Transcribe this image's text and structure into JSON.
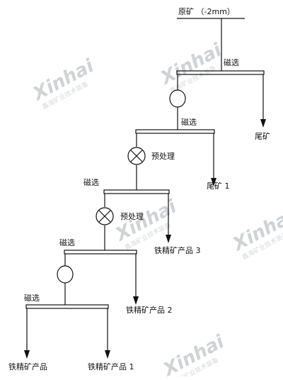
{
  "labels": {
    "feed": "原矿 （-2mm）",
    "mag1": "磁选",
    "tail1_dest": "尾矿",
    "mag2": "磁选",
    "pre1": "预处理",
    "tail2": "尾矿 1",
    "mag3": "磁选",
    "pre2": "预处理",
    "iron3": "铁精矿产品 3",
    "mag4": "磁选",
    "iron2": "铁精矿产品 2",
    "mag5": "磁选",
    "iron_final": "铁精矿产品",
    "iron1": "铁精矿产品 1"
  },
  "watermark": {
    "logo": "Xinhai",
    "sub": "鑫海矿业技术装备"
  },
  "colors": {
    "line": "#111111",
    "node_fill": "#ffffff",
    "watermark": "#cfd3d6"
  }
}
